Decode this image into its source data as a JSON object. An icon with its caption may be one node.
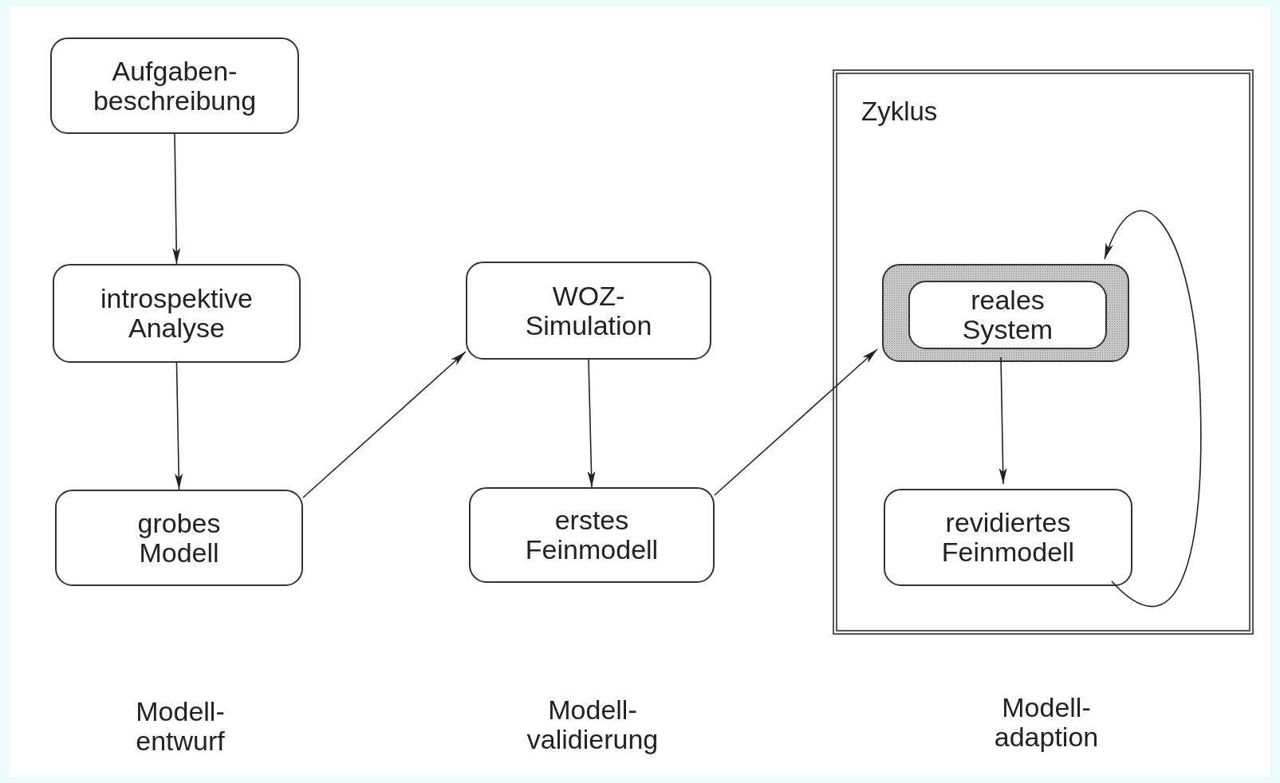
{
  "diagram": {
    "nodes": [
      {
        "text": [
          "Aufgaben- beschreibung"
        ]
      },
      {
        "text": [
          "introspektive Analyse"
        ]
      },
      {
        "text": [
          "grobes Modell"
        ]
      },
      {
        "text": [
          "WOZ- Simulation"
        ]
      },
      {
        "text": [
          "erstes Feinmodell"
        ]
      },
      {
        "text": [
          "Zyklus"
        ]
      },
      {
        "text": [],
        "shape": "box",
        "in": 5
      },
      {
        "text": [
          "reales System"
        ],
        "in": 6
      },
      {
        "text": [
          "revidiertes Feinmodell"
        ],
        "in": 5
      }
    ],
    "edges": [
      {
        "from": 0,
        "to": 1,
        "arrow": "to"
      },
      {
        "from": 1,
        "to": 2,
        "arrow": "to"
      },
      {
        "from": 2,
        "to": 3,
        "arrow": "to"
      },
      {
        "from": 3,
        "to": 4,
        "arrow": "to"
      },
      {
        "from": 4,
        "to": 6,
        "arrow": "to"
      },
      {
        "from": 6,
        "to": 8,
        "arrow": "to"
      },
      {
        "from": 8,
        "to": 6,
        "arrow": "to"
      }
    ],
    "labels": [
      "Modell- entwurf",
      "Modell- validierung",
      "Modell- adaption"
    ]
  }
}
